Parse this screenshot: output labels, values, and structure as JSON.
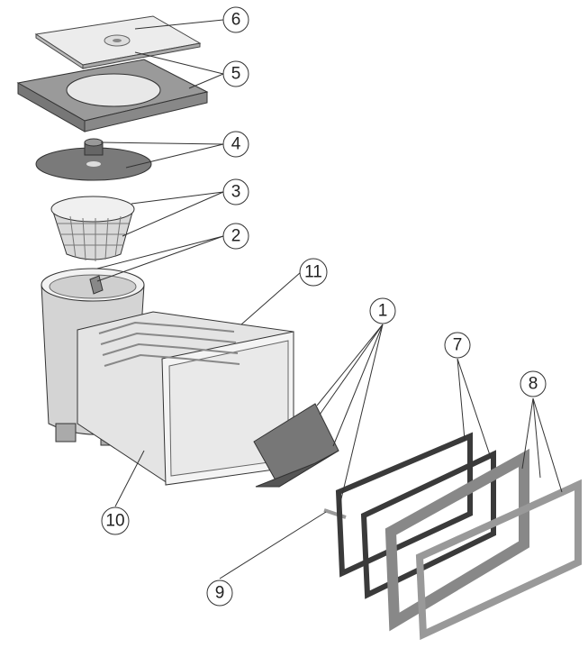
{
  "diagram": {
    "callouts": [
      {
        "id": "6",
        "label": "6",
        "part": "lid"
      },
      {
        "id": "5",
        "label": "5",
        "part": "lid-frame"
      },
      {
        "id": "4",
        "label": "4",
        "part": "float-plate"
      },
      {
        "id": "3",
        "label": "3",
        "part": "basket"
      },
      {
        "id": "2",
        "label": "2",
        "part": "valve"
      },
      {
        "id": "11",
        "label": "11",
        "part": "mouth"
      },
      {
        "id": "1",
        "label": "1",
        "part": "weir-flap"
      },
      {
        "id": "7",
        "label": "7",
        "part": "gaskets"
      },
      {
        "id": "8",
        "label": "8",
        "part": "face-plates"
      },
      {
        "id": "10",
        "label": "10",
        "part": "skimmer-body"
      },
      {
        "id": "9",
        "label": "9",
        "part": "weir-pin"
      }
    ],
    "colors": {
      "outline": "#333333",
      "light": "#e6e6e6",
      "mid": "#b4b4b4",
      "dark": "#6e6e6e",
      "gasket": "#3a3a3a"
    }
  }
}
